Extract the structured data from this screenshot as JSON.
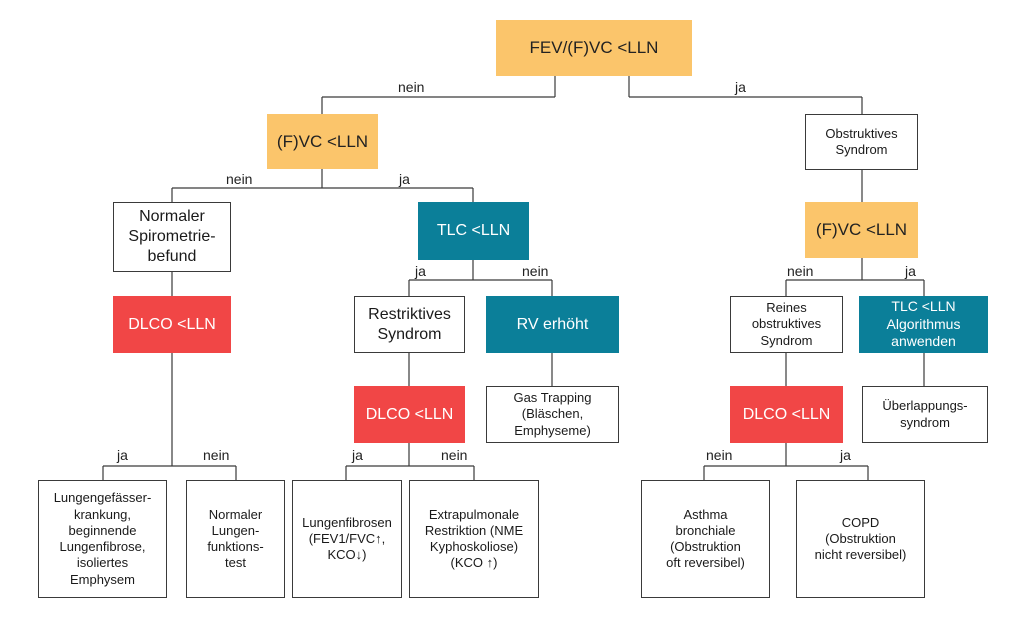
{
  "nodes": {
    "root": "FEV/(F)VC <LLN",
    "fvc_left": "(F)VC <LLN",
    "obstr_syndrome": "Obstruktives\nSyndrom",
    "normal_spiro": "Normaler\nSpirometrie-\nbefund",
    "tlc_left": "TLC <LLN",
    "fvc_right": "(F)VC <LLN",
    "dlco_left": "DLCO <LLN",
    "restr_syndrome": "Restriktives\nSyndrom",
    "rv_high": "RV erhöht",
    "pure_obstr": "Reines\nobstruktives\nSyndrom",
    "tlc_algo": "TLC <LLN\nAlgorithmus\nanwenden",
    "dlco_mid": "DLCO <LLN",
    "gas_trapping": "Gas Trapping\n(Bläschen,\nEmphyseme)",
    "dlco_right": "DLCO <LLN",
    "overlap": "Überlappungs-\nsyndrom",
    "vascular": "Lungengefässer-\nkrankung,\nbeginnende\nLungenfibrose,\nisoliertes\nEmphysem",
    "normal_lft": "Normaler\nLungen-\nfunktions-\ntest",
    "fibrosis": "Lungenfibrosen\n(FEV1/FVC↑,\nKCO↓)",
    "extrapulm": "Extrapulmonale\nRestriktion  (NME\nKyphoskoliose)\n(KCO ↑)",
    "asthma": "Asthma\nbronchiale\n(Obstruktion\noft reversibel)",
    "copd": "COPD\n(Obstruktion\nnicht reversibel)"
  },
  "labels": {
    "root_nein": "nein",
    "root_ja": "ja",
    "fvc_left_nein": "nein",
    "fvc_left_ja": "ja",
    "tlc_left_ja": "ja",
    "tlc_left_nein": "nein",
    "fvc_right_nein": "nein",
    "fvc_right_ja": "ja",
    "dlco_left_ja": "ja",
    "dlco_left_nein": "nein",
    "dlco_mid_ja": "ja",
    "dlco_mid_nein": "nein",
    "dlco_right_nein": "nein",
    "dlco_right_ja": "ja"
  },
  "colors": {
    "decision_orange": "#fbc56b",
    "decision_teal": "#0b7f99",
    "decision_red": "#f14646",
    "outcome_white": "#ffffff"
  }
}
